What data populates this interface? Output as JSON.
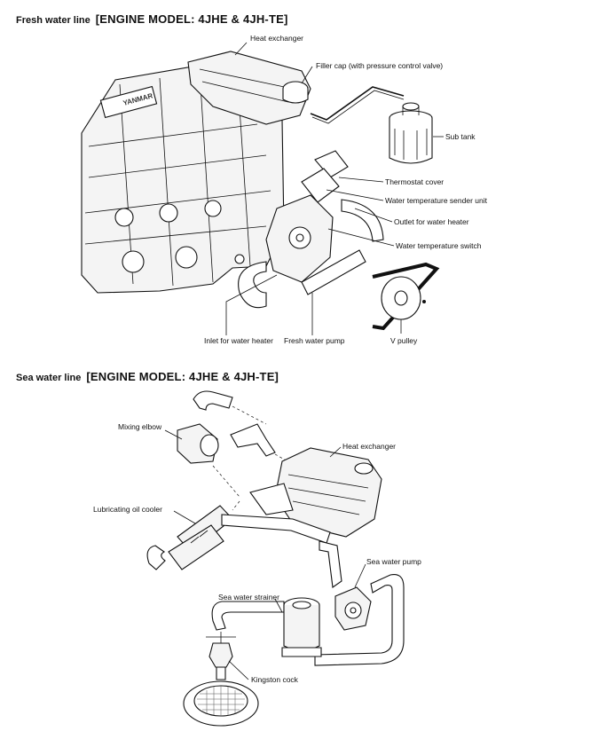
{
  "fresh": {
    "title": "Fresh water line",
    "model": "[ENGINE MODEL: 4JHE & 4JH-TE]",
    "labels": {
      "heat_exchanger": "Heat exchanger",
      "filler_cap": "Filler cap (with pressure control valve)",
      "sub_tank": "Sub tank",
      "thermostat_cover": "Thermostat cover",
      "temp_sender": "Water temperature sender unit",
      "outlet_heater": "Outlet for water heater",
      "temp_switch": "Water temperature switch",
      "inlet_heater": "Inlet for water heater",
      "fresh_pump": "Fresh water pump",
      "v_pulley": "V pulley"
    },
    "engine_marking": "YANMAR"
  },
  "sea": {
    "title": "Sea water line",
    "model": "[ENGINE MODEL: 4JHE & 4JH-TE]",
    "labels": {
      "mixing_elbow": "Mixing elbow",
      "heat_exchanger": "Heat exchanger",
      "oil_cooler": "Lubricating oil cooler",
      "sea_pump": "Sea water pump",
      "strainer": "Sea water strainer",
      "kingston": "Kingston cock"
    }
  }
}
